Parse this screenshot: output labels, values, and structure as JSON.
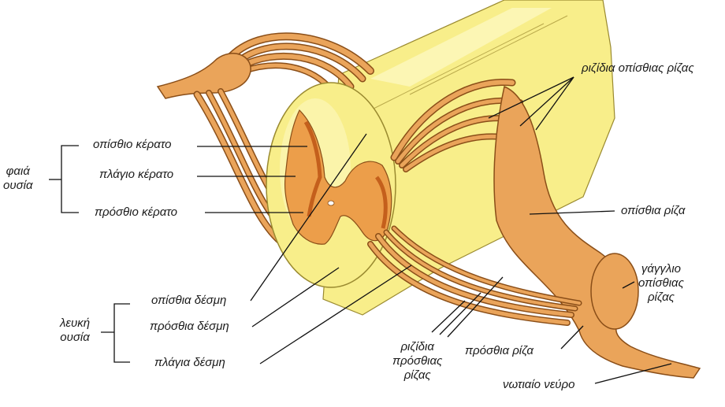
{
  "labels": {
    "gray_matter": "φαιά\nουσία",
    "posterior_horn": "οπίσθιο κέρατο",
    "lateral_horn": "πλάγιο κέρατο",
    "anterior_horn": "πρόσθιο κέρατο",
    "white_matter": "λευκή\nουσία",
    "posterior_column": "οπίσθια δέσμη",
    "anterior_column": "πρόσθια δέσμη",
    "lateral_column": "πλάγια δέσμη",
    "posterior_rootlets": "ριζίδια οπίσθιας ρίζας",
    "posterior_root": "οπίσθια ρίζα",
    "root_ganglion": "γάγγλιο\nοπίσθιας\nρίζας",
    "anterior_rootlets": "ριζίδια\nπρόσθιας\nρίζας",
    "anterior_root": "πρόσθια ρίζα",
    "spinal_nerve": "νωτιαίο νεύρο"
  },
  "colors": {
    "white_matter": "#f8ee8a",
    "white_matter_light": "#fcf6b8",
    "gray_matter": "#ec9e4a",
    "gray_matter_dark": "#c45f1c",
    "nerve": "#eaa45a",
    "nerve_outline": "#8a4e18",
    "leader": "#111111"
  }
}
